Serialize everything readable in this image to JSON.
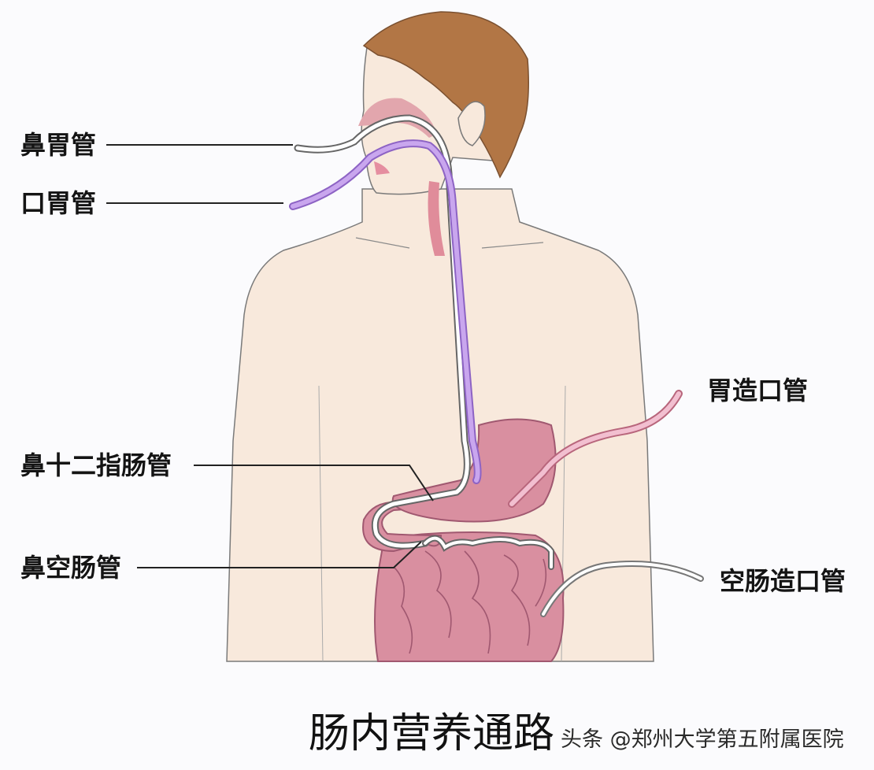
{
  "diagram": {
    "title": "肠内营养通路",
    "watermark": "头条 @郑州大学第五附属医院",
    "labels": {
      "nasogastric": "鼻胃管",
      "orogastric": "口胃管",
      "gastrostomy": "胃造口管",
      "nasoduodenal": "鼻十二指肠管",
      "nasojejunal": "鼻空肠管",
      "jejunostomy": "空肠造口管"
    },
    "colors": {
      "background": "#fbfbfd",
      "skin": "#f8e9dc",
      "hair": "#b27645",
      "organ": "#d98fa0",
      "organ_dark": "#b8667c",
      "tube_purple": "#b48ae0",
      "tube_white": "#ffffff",
      "outline": "#555555"
    }
  }
}
